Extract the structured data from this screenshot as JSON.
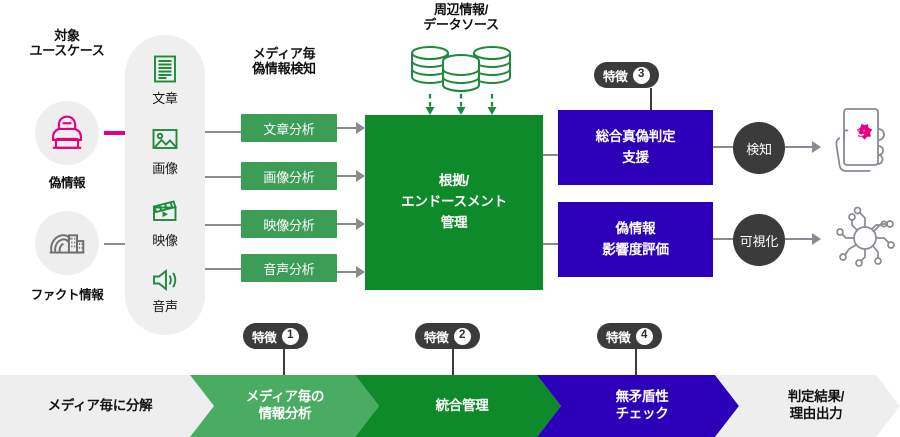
{
  "left": {
    "heading_line1": "対象",
    "heading_line2": "ユースケース",
    "items": [
      {
        "label": "偽情報",
        "icon": "hacker-icon",
        "color": "#e6007e"
      },
      {
        "label": "ファクト情報",
        "icon": "tsunami-building-icon",
        "color": "#6e6e6e"
      }
    ]
  },
  "media_capsule": {
    "items": [
      {
        "label": "文章",
        "icon": "document-icon"
      },
      {
        "label": "画像",
        "icon": "image-icon"
      },
      {
        "label": "映像",
        "icon": "video-clapper-icon"
      },
      {
        "label": "音声",
        "icon": "speaker-icon"
      }
    ]
  },
  "analysis": {
    "heading_line1": "メディア毎",
    "heading_line2": "偽情報検知",
    "boxes": [
      {
        "label": "文章分析"
      },
      {
        "label": "画像分析"
      },
      {
        "label": "映像分析"
      },
      {
        "label": "音声分析"
      }
    ]
  },
  "datasource": {
    "heading_line1": "周辺情報/",
    "heading_line2": "データソース",
    "icon": "database-stack-icon"
  },
  "center": {
    "line1": "根拠/",
    "line2": "エンドースメント",
    "line3": "管理"
  },
  "outputs": [
    {
      "box_line1": "総合真偽判定",
      "box_line2": "支援",
      "badge": "検知",
      "icon": "phone-alert-hand-icon"
    },
    {
      "box_line1": "偽情報",
      "box_line2": "影響度評価",
      "badge": "可視化",
      "icon": "network-spread-icon"
    }
  ],
  "features": [
    {
      "label": "特徴",
      "number": "❶"
    },
    {
      "label": "特徴",
      "number": "❷"
    },
    {
      "label": "特徴",
      "number": "❸"
    },
    {
      "label": "特徴",
      "number": "❹"
    }
  ],
  "ribbon": {
    "steps": [
      {
        "line1": "メディア毎に分解",
        "line2": "",
        "bg": "#eeeeee",
        "fg": "#111111"
      },
      {
        "line1": "メディア毎の",
        "line2": "情報分析",
        "bg": "#4aab62",
        "fg": "#ffffff"
      },
      {
        "line1": "統合管理",
        "line2": "",
        "bg": "#0e8a2b",
        "fg": "#ffffff"
      },
      {
        "line1": "無矛盾性",
        "line2": "チェック",
        "bg": "#2b00b8",
        "fg": "#ffffff"
      },
      {
        "line1": "判定結果/",
        "line2": "理由出力",
        "bg": "#eeeeee",
        "fg": "#111111"
      }
    ]
  },
  "colors": {
    "green_dark": "#0e8a2b",
    "green_mid": "#3c9e56",
    "blue": "#2b00b8",
    "pink": "#e6007e",
    "gray_dark": "#3b3b3b",
    "gray_line": "#8a8a92"
  }
}
